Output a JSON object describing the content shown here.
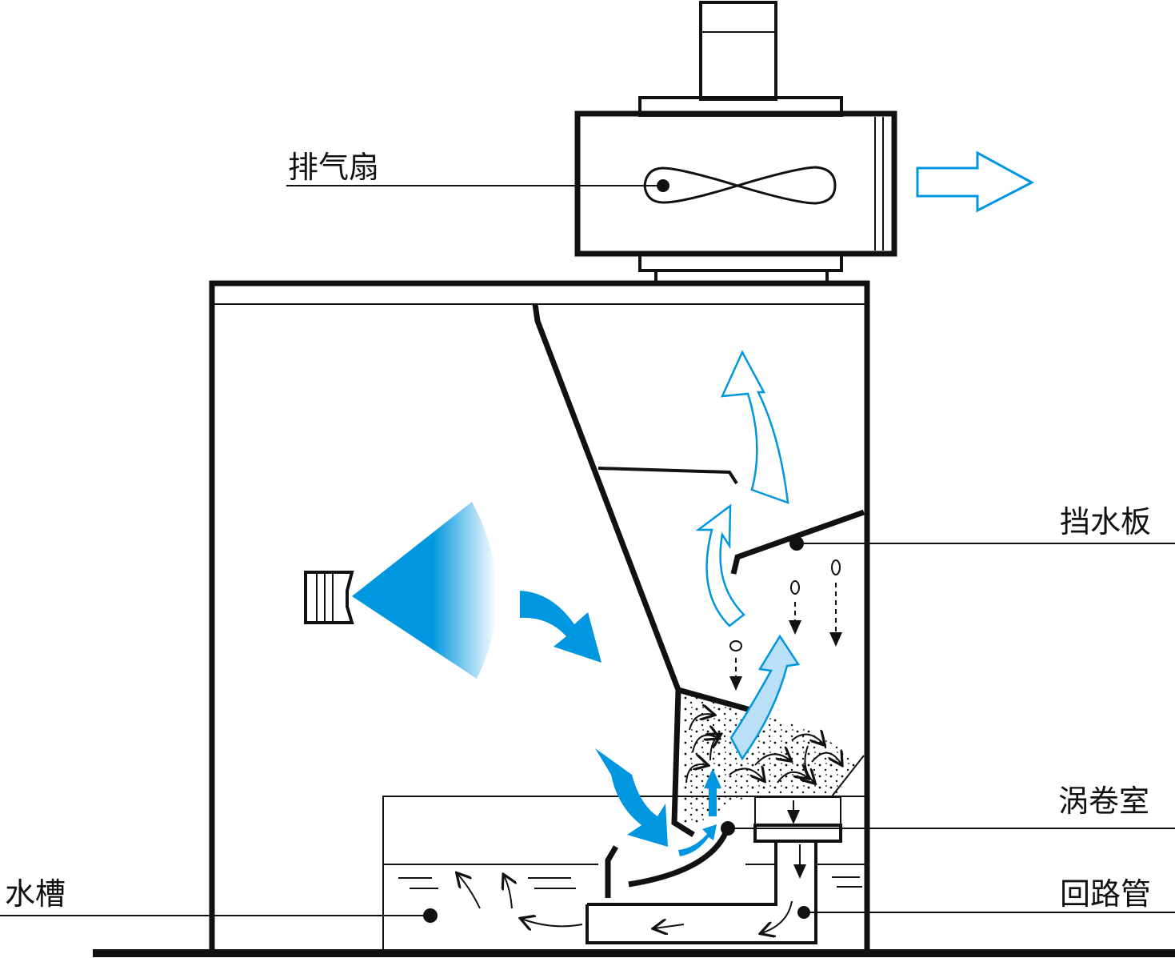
{
  "labels": {
    "exhaust_fan": "排气扇",
    "baffle": "挡水板",
    "vortex_chamber": "涡卷室",
    "return_pipe": "回路管",
    "water_tank": "水槽"
  },
  "colors": {
    "outline": "#111111",
    "airflow_blue": "#0096e0",
    "airflow_light": "#b9e0f7",
    "background": "#ffffff"
  },
  "icons": {
    "fan": "fan-icon",
    "nozzle": "spray-nozzle-icon",
    "exhaust_arrow": "exhaust-arrow-icon"
  }
}
